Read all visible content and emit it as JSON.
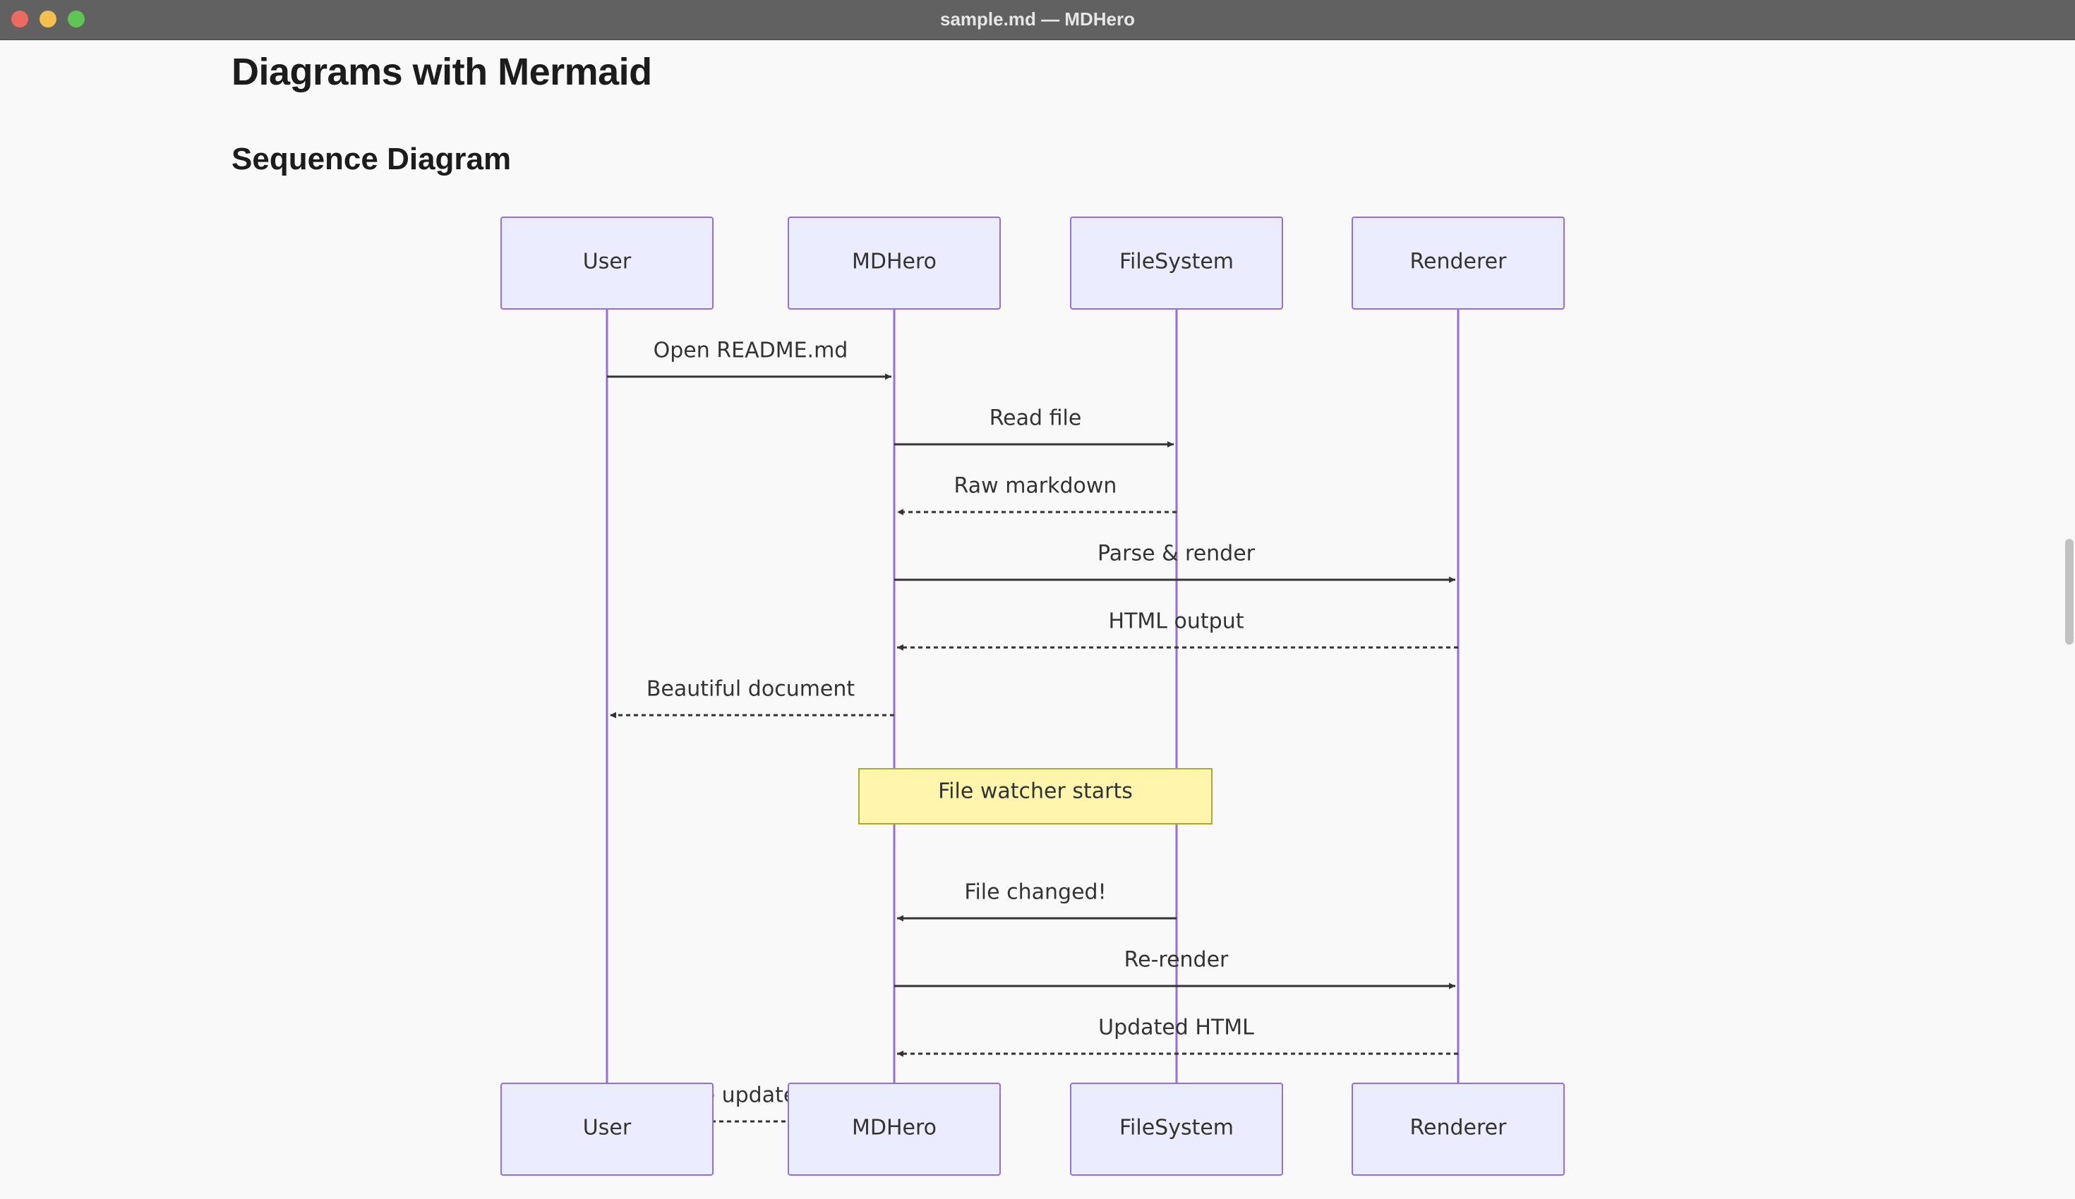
{
  "window": {
    "title": "sample.md — MDHero"
  },
  "document": {
    "heading": "Diagrams with Mermaid",
    "subheading": "Sequence Diagram"
  },
  "sequence": {
    "colors": {
      "actor_fill": "#ececff",
      "actor_stroke": "#9370db",
      "lifeline": "#9370db",
      "message": "#333333",
      "note_fill": "#fff5ad",
      "note_stroke": "#aaaa33"
    },
    "participants": [
      "User",
      "MDHero",
      "FileSystem",
      "Renderer"
    ],
    "items": [
      {
        "kind": "message",
        "from": 0,
        "to": 1,
        "label": "Open README.md",
        "style": "solid"
      },
      {
        "kind": "message",
        "from": 1,
        "to": 2,
        "label": "Read file",
        "style": "solid"
      },
      {
        "kind": "message",
        "from": 2,
        "to": 1,
        "label": "Raw markdown",
        "style": "dashed"
      },
      {
        "kind": "message",
        "from": 1,
        "to": 3,
        "label": "Parse & render",
        "style": "solid"
      },
      {
        "kind": "message",
        "from": 3,
        "to": 1,
        "label": "HTML output",
        "style": "dashed"
      },
      {
        "kind": "message",
        "from": 1,
        "to": 0,
        "label": "Beautiful document",
        "style": "dashed"
      },
      {
        "kind": "note",
        "over": [
          1,
          2
        ],
        "label": "File watcher starts"
      },
      {
        "kind": "message",
        "from": 2,
        "to": 1,
        "label": "File changed!",
        "style": "solid"
      },
      {
        "kind": "message",
        "from": 1,
        "to": 3,
        "label": "Re-render",
        "style": "solid"
      },
      {
        "kind": "message",
        "from": 3,
        "to": 1,
        "label": "Updated HTML",
        "style": "dashed"
      },
      {
        "kind": "message",
        "from": 1,
        "to": 0,
        "label": "Live update ✨",
        "style": "dashed"
      }
    ]
  }
}
